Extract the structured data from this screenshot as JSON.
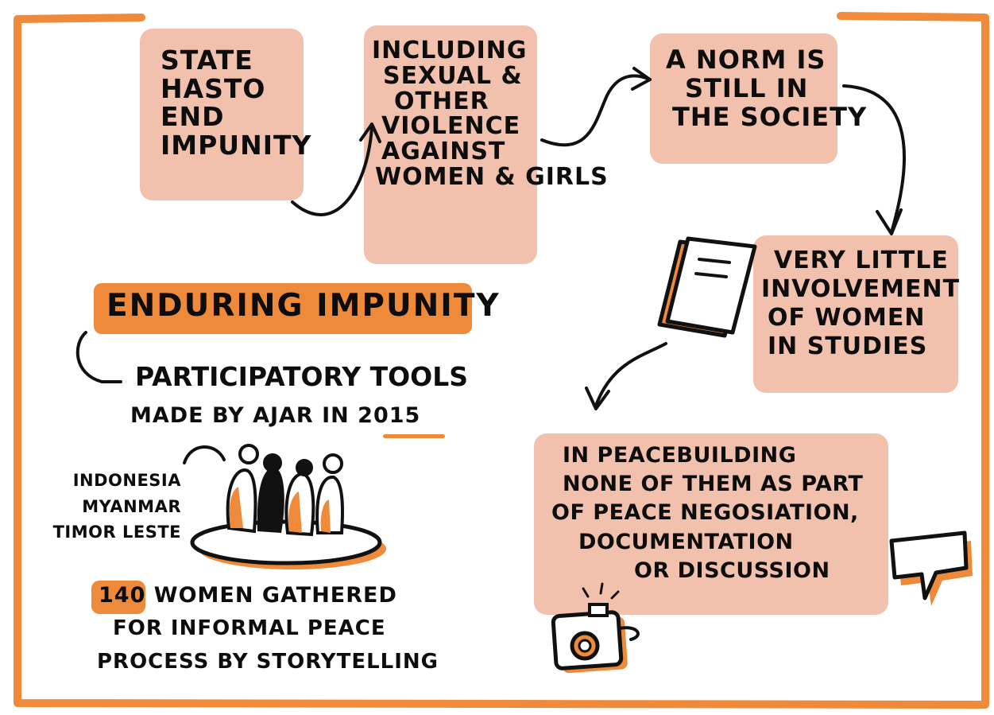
{
  "notes": {
    "state": [
      "STATE",
      "HASTO",
      "END",
      "IMPUNITY"
    ],
    "including": [
      "INCLUDING",
      "SEXUAL &",
      "OTHER",
      "VIOLENCE",
      "AGAINST",
      "WOMEN & GIRLS"
    ],
    "norm": [
      "A NORM IS",
      "STILL IN",
      "THE SOCIETY"
    ],
    "little": [
      "VERY LITTLE",
      "INVOLVEMENT",
      "OF WOMEN",
      "IN STUDIES"
    ],
    "peace": [
      "IN PEACEBUILDING",
      "NONE OF THEM AS PART",
      "OF PEACE NEGOSIATION,",
      "DOCUMENTATION",
      "OR DISCUSSION"
    ]
  },
  "heading": "ENDURING IMPUNITY",
  "tools": {
    "line1": "PARTICIPATORY TOOLS",
    "line2_prefix": "MADE BY AJAR IN",
    "year": "2015"
  },
  "countries": [
    "INDONESIA",
    "MYANMAR",
    "TIMOR LESTE"
  ],
  "stat": {
    "number": "140",
    "line1_rest": "WOMEN GATHERED",
    "line2": "FOR INFORMAL PEACE",
    "line3": "PROCESS BY STORYTELLING"
  },
  "colors": {
    "accent_orange": "#ee8a3a",
    "note_pink": "#f1c1ae",
    "ink": "#111111"
  },
  "icons": [
    "book-icon",
    "camera-icon",
    "speech-bubble-icon",
    "women-circle-illustration"
  ]
}
